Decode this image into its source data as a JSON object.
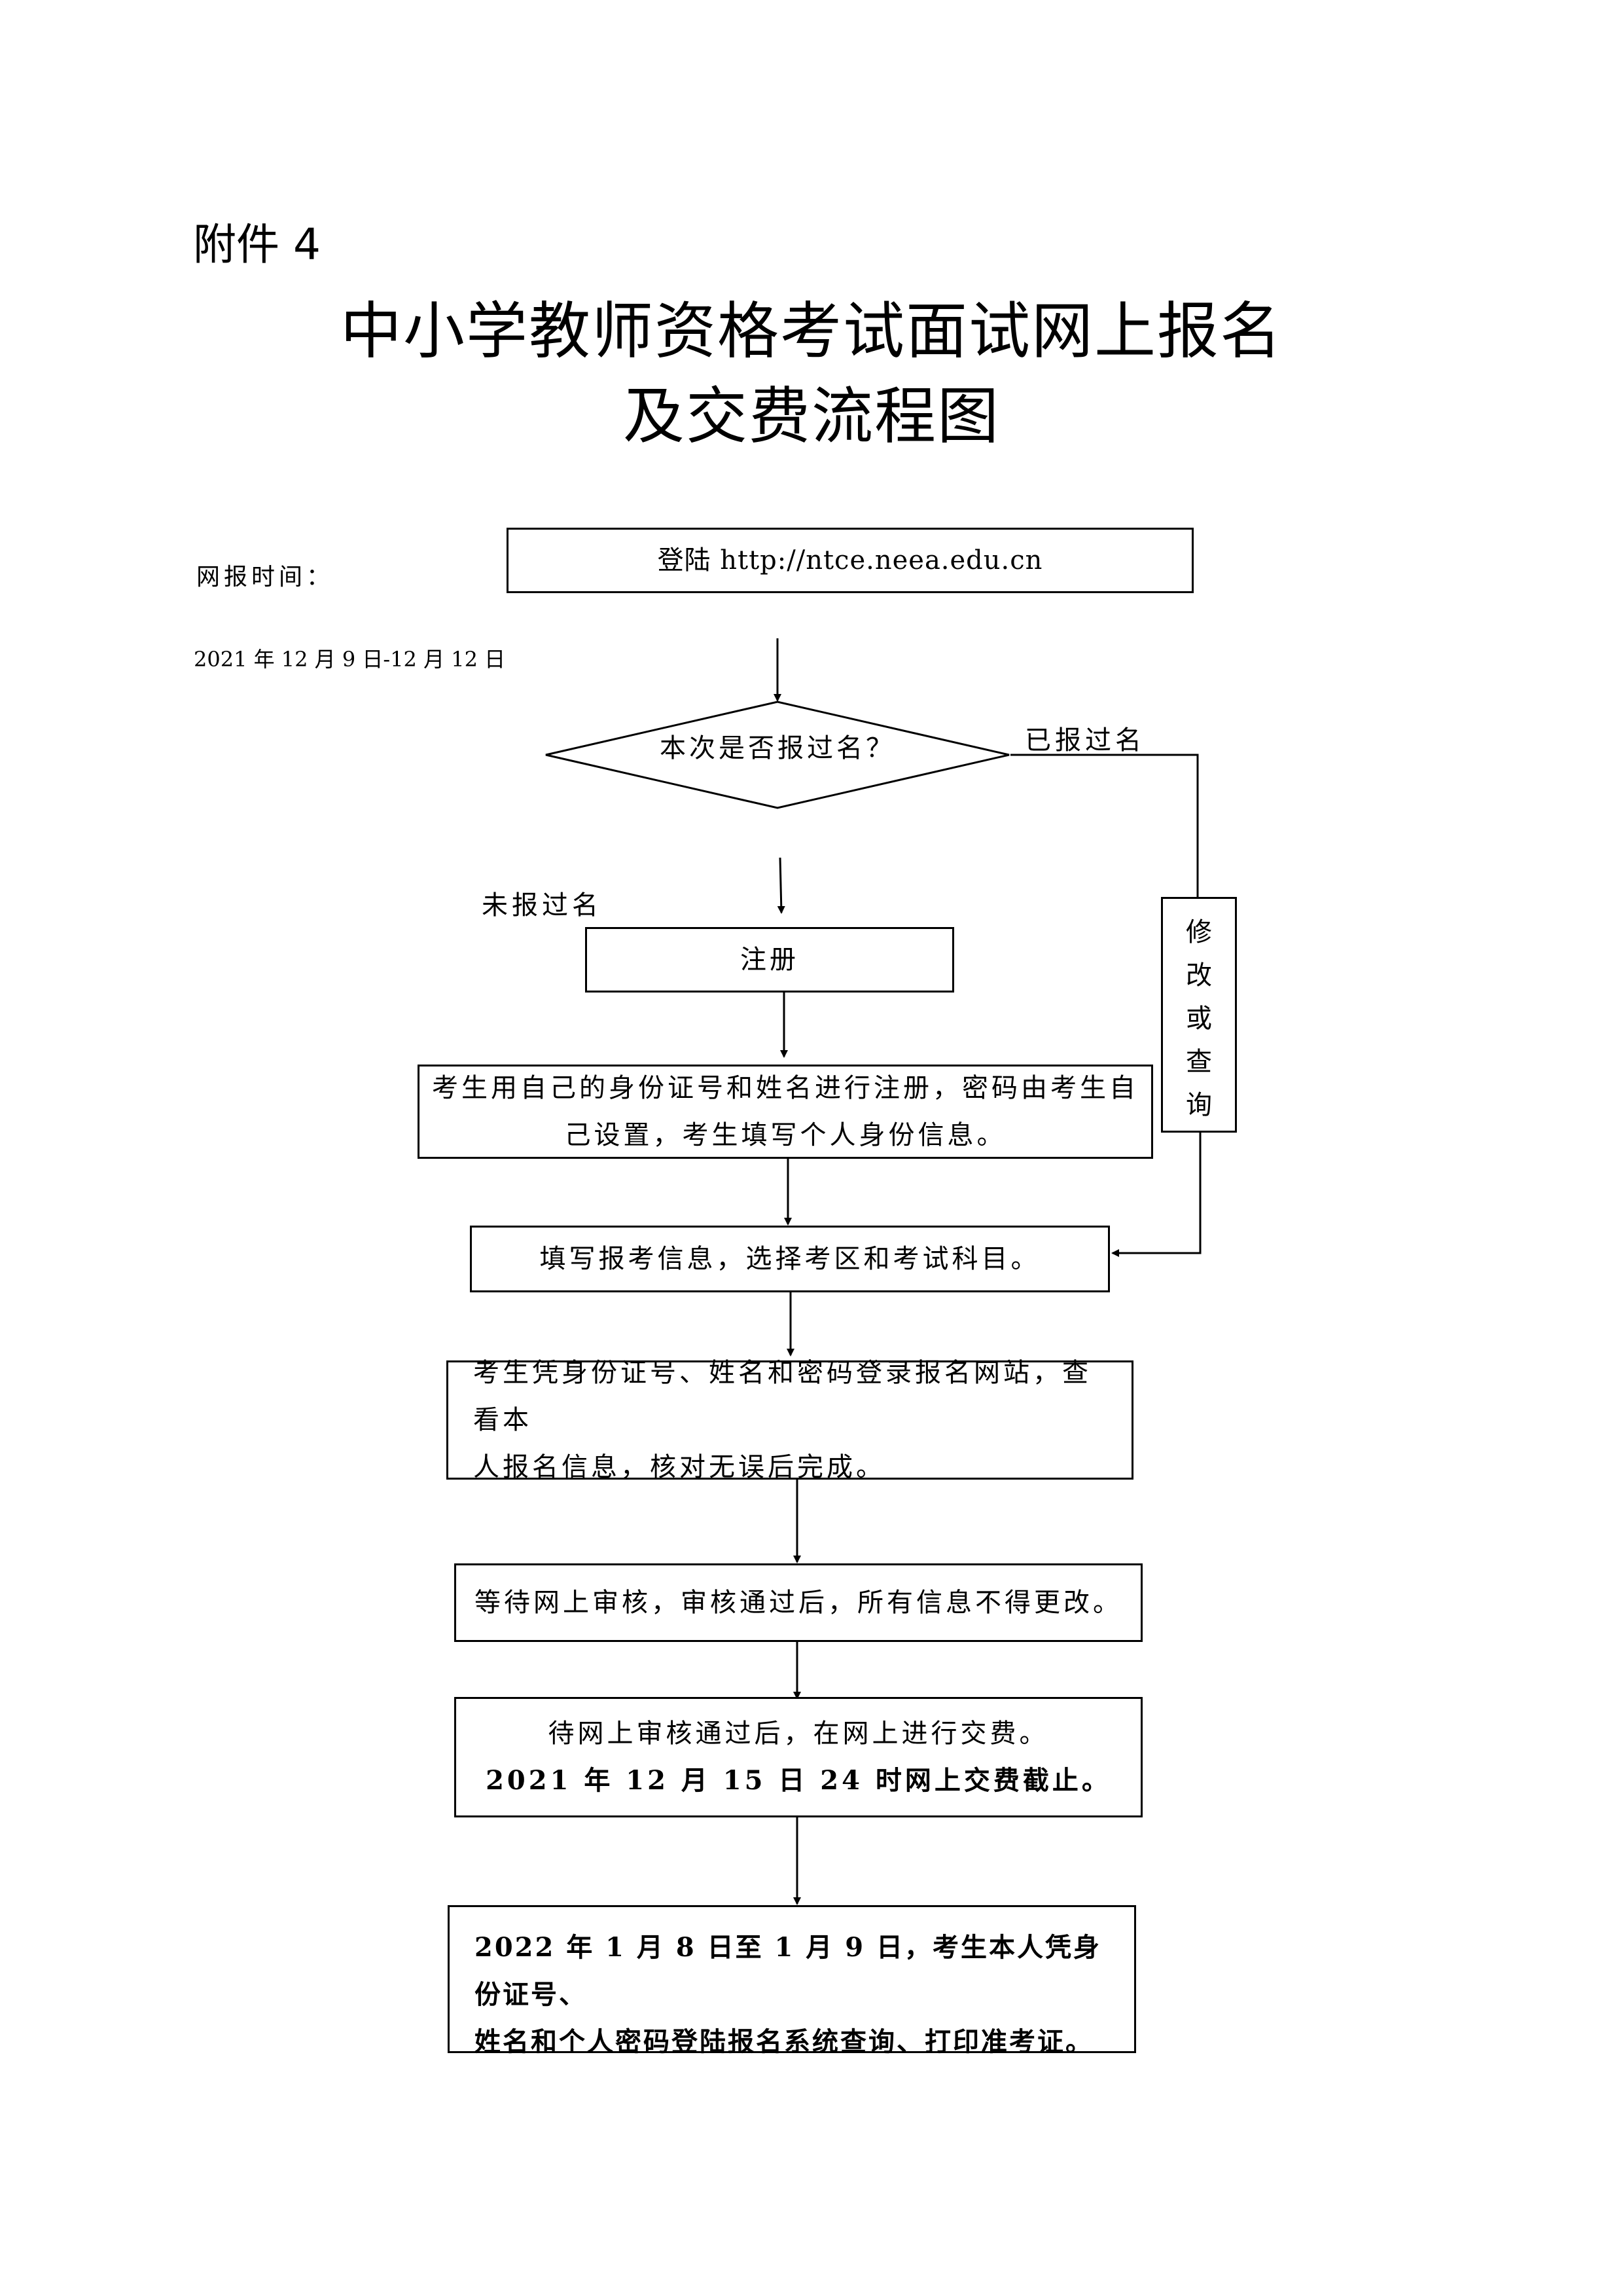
{
  "attachment": "附件 4",
  "title": {
    "line1": "中小学教师资格考试面试网上报名",
    "line2": "及交费流程图"
  },
  "schedule": {
    "label": "网报时间：",
    "dates": "2021 年 12 月 9 日-12 月 12 日"
  },
  "flow": {
    "login": "登陆 http://ntce.neea.edu.cn",
    "question": "本次是否报过名？",
    "branch_yes": "已报过名",
    "branch_no": "未报过名",
    "modify": [
      "修",
      "改",
      "或",
      "查",
      "询"
    ],
    "register": "注册",
    "register_detail_1": "考生用自己的身份证号和姓名进行注册，密码由考生自",
    "register_detail_2": "己设置，考生填写个人身份信息。",
    "fill_info": "填写报考信息，选择考区和考试科目。",
    "verify_1": "考生凭身份证号、姓名和密码登录报名网站，查看本",
    "verify_2": "人报名信息，核对无误后完成。",
    "review": "等待网上审核，审核通过后，所有信息不得更改。",
    "payment_1": "待网上审核通过后，在网上进行交费。",
    "payment_2": "2021 年 12 月 15 日 24 时网上交费截止。",
    "admission_1": "2022 年 1 月 8 日至 1 月 9 日，考生本人凭身份证号、",
    "admission_2": "姓名和个人密码登陆报名系统查询、打印准考证。"
  }
}
